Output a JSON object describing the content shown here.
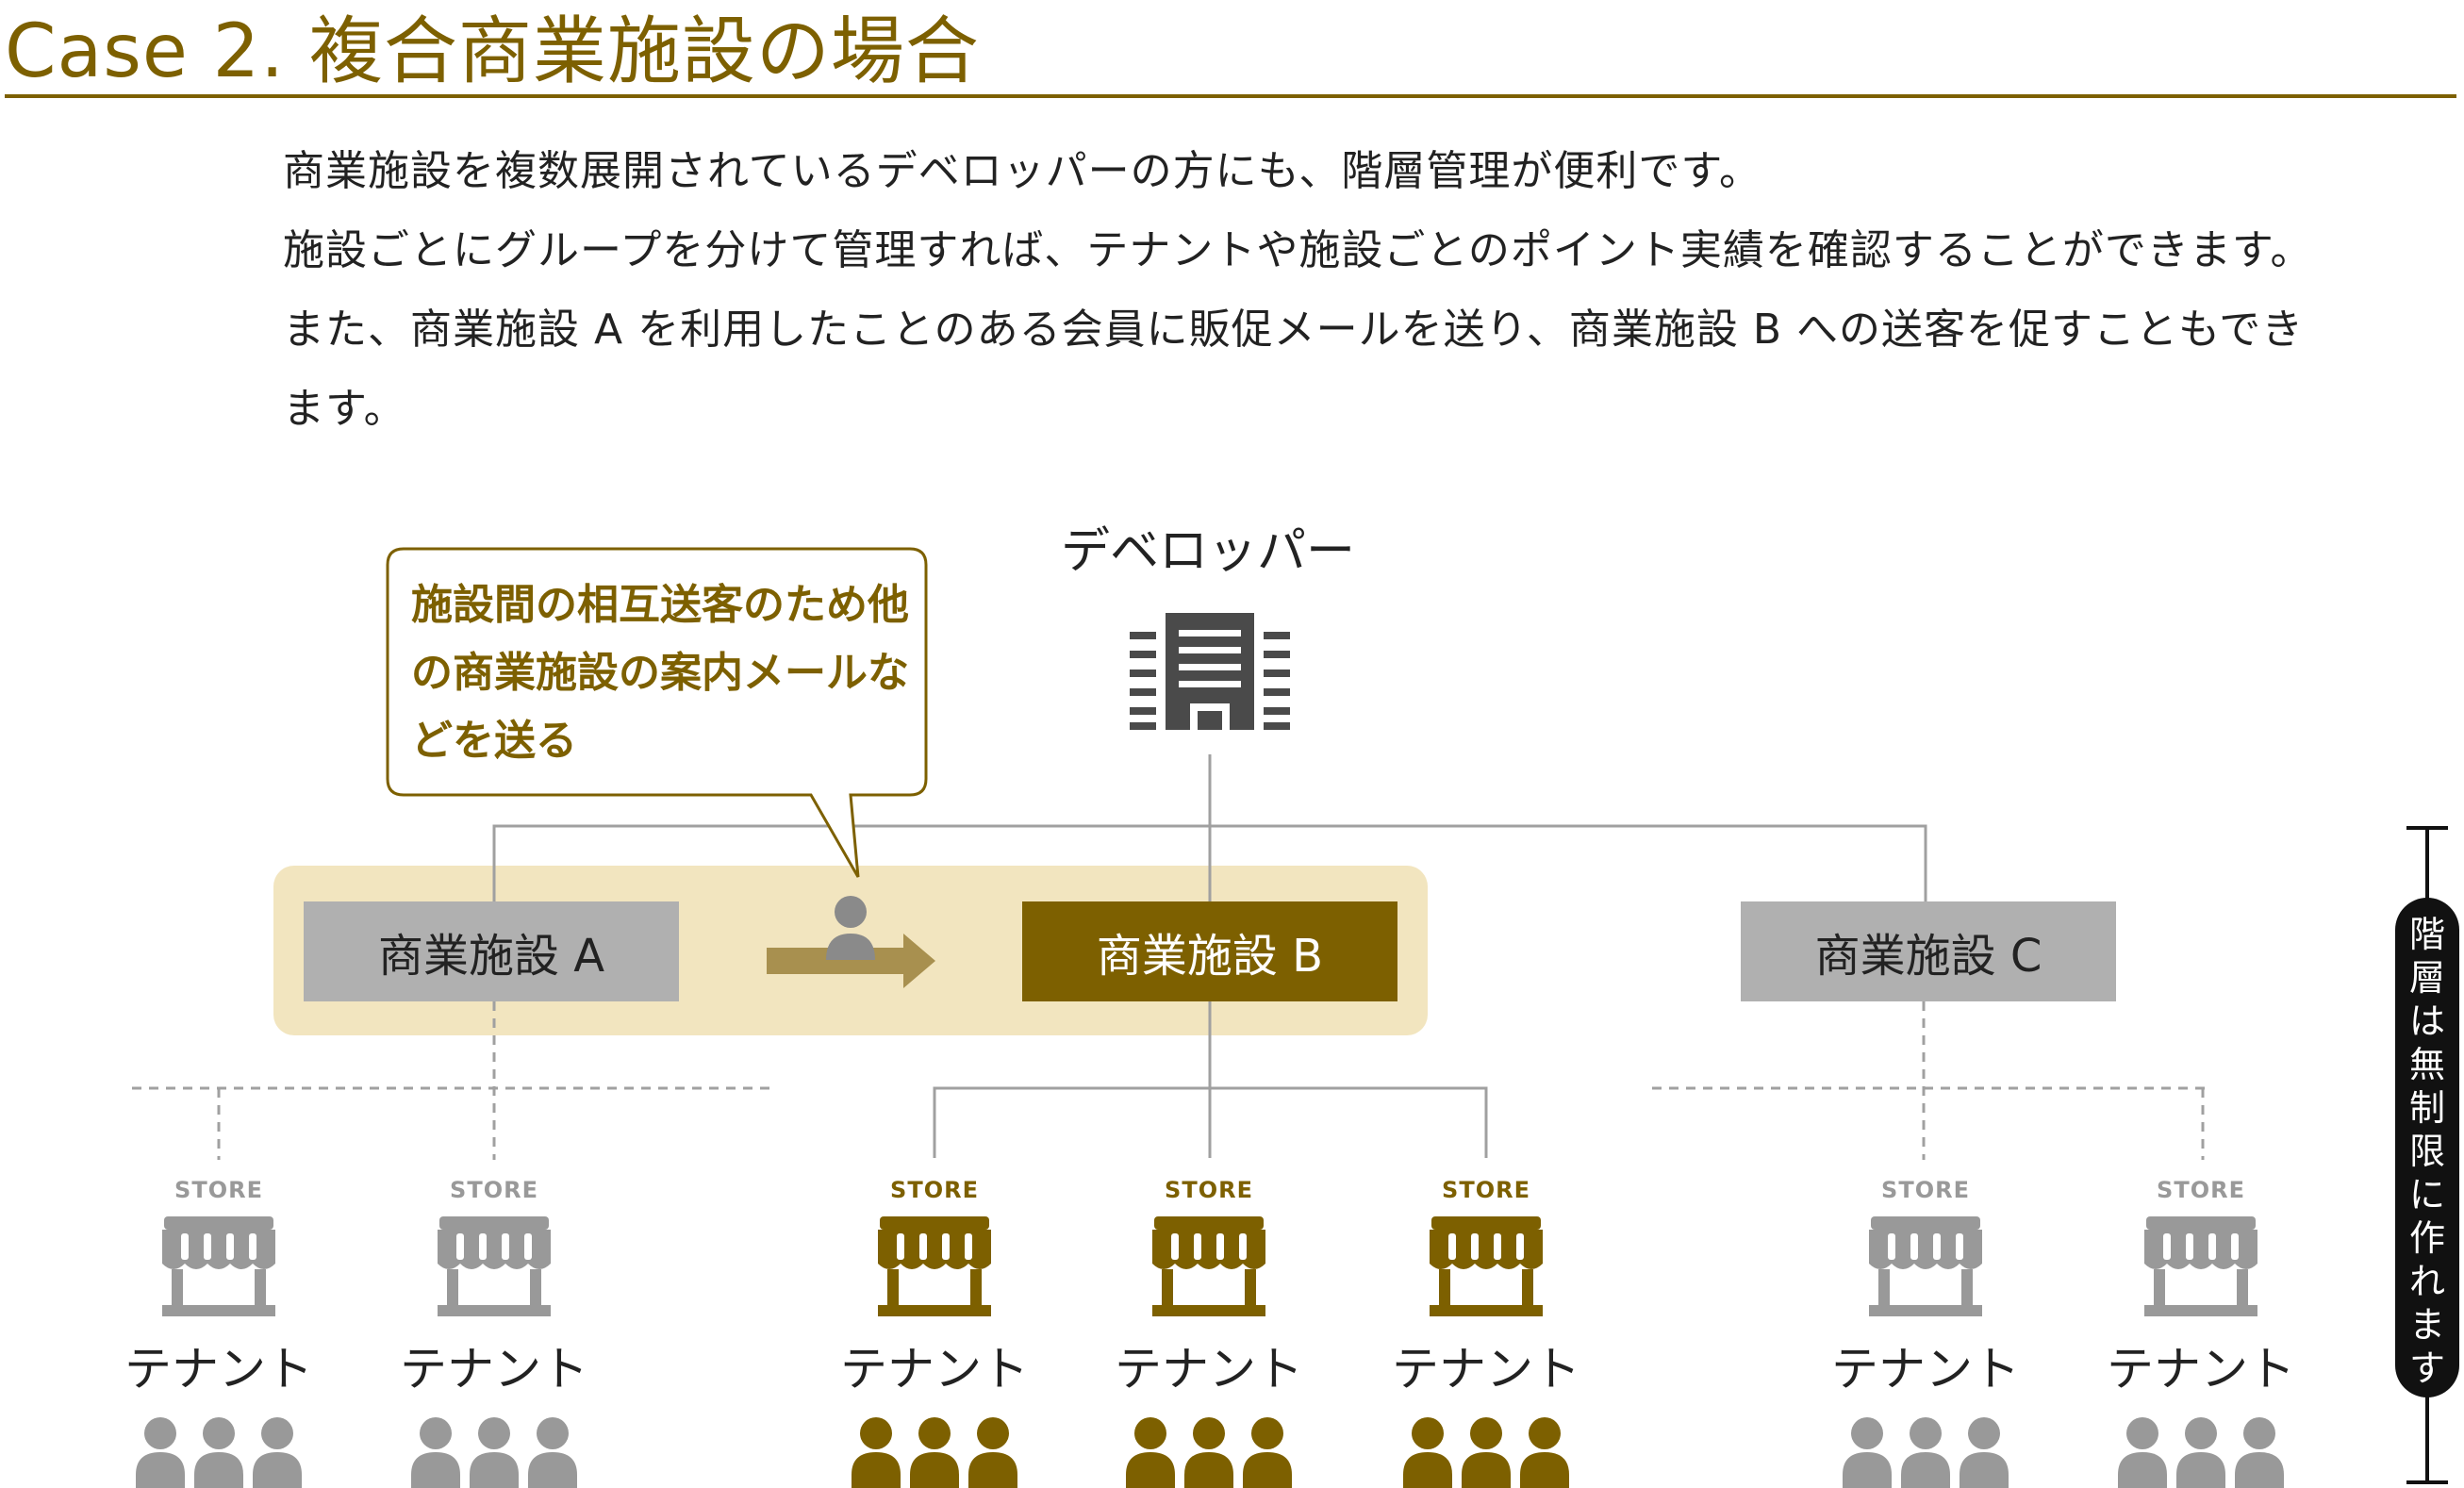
{
  "title": "Case 2.  複合商業施設の場合",
  "description": [
    "商業施設を複数展開されているデベロッパーの方にも、階層管理が便利です。",
    "施設ごとにグループを分けて管理すれば、テナントや施設ごとのポイント実績を確認することができます。",
    "また、商業施設 A を利用したことのある会員に販促メールを送り、商業施設 B への送客を促すこともでき",
    "ます。"
  ],
  "developer": {
    "label": "デベロッパー",
    "icon": "office-building-icon"
  },
  "callout": {
    "text": "施設間の相互送客のため他の商業施設の案内メールなどを送る"
  },
  "facilities": [
    {
      "label": "商業施設 A",
      "style": "gray"
    },
    {
      "label": "商業施設 B",
      "style": "gold"
    },
    {
      "label": "商業施設 C",
      "style": "gray"
    }
  ],
  "store_badge": "STORE",
  "tenant_label": "テナント",
  "tenants": [
    {
      "facility": "A",
      "color": "#999999"
    },
    {
      "facility": "A",
      "color": "#999999"
    },
    {
      "facility": "B",
      "color": "#7d6000"
    },
    {
      "facility": "B",
      "color": "#7d6000"
    },
    {
      "facility": "B",
      "color": "#7d6000"
    },
    {
      "facility": "C",
      "color": "#999999"
    },
    {
      "facility": "C",
      "color": "#999999"
    }
  ],
  "side_note": "階層は無制限に作れます",
  "colors": {
    "gold": "#7d6000",
    "gray": "#b0b0b0",
    "highlight": "#f2e5bf",
    "dark": "#4a4a4a"
  }
}
